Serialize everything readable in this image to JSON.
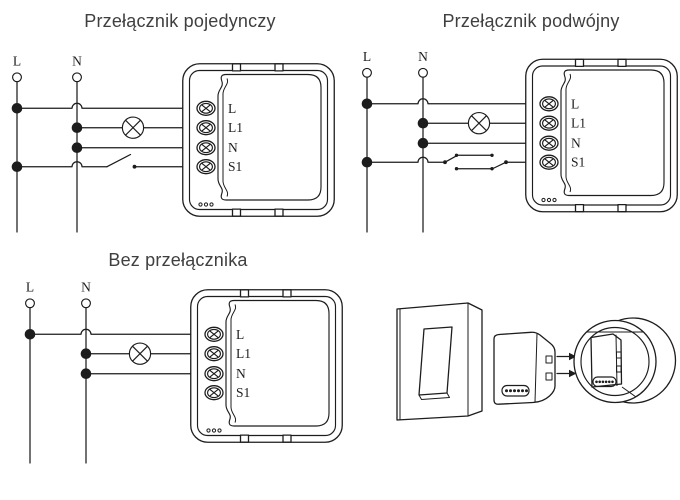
{
  "colors": {
    "background": "#ffffff",
    "line": "#1d1d1d",
    "title_text": "#3f3f3f",
    "label_text": "#1d1d1d"
  },
  "module": {
    "terminals": [
      "L",
      "L1",
      "N",
      "S1"
    ]
  },
  "diagrams": [
    {
      "title": "Przełącznik pojedynczy",
      "live_label": "L",
      "neutral_label": "N",
      "switch": "single"
    },
    {
      "title": "Przełącznik podwójny",
      "live_label": "L",
      "neutral_label": "N",
      "switch": "double"
    },
    {
      "title": "Bez przełącznika",
      "live_label": "L",
      "neutral_label": "N",
      "switch": "none"
    }
  ],
  "icons": {
    "lamp": "lamp-icon (circle with X)",
    "single_switch": "open-switch-icon",
    "double_switch": "two-way-switch-icon",
    "junction": "junction-dot",
    "wire_end": "open-terminal-circle",
    "arrows": "insert-direction-arrows"
  }
}
